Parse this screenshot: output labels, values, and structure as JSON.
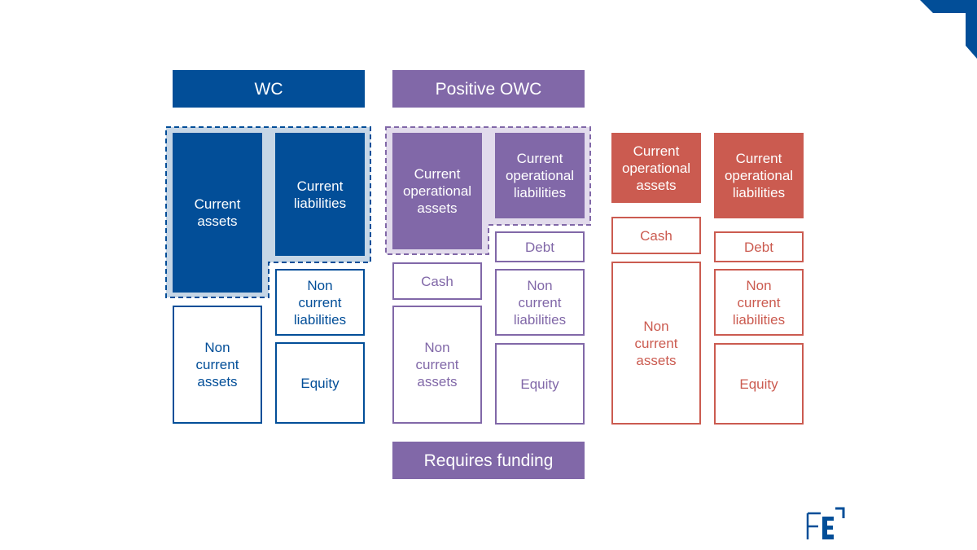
{
  "colors": {
    "blue": "#024e98",
    "light_blue": "#c6d6e6",
    "purple": "#8168a8",
    "light_purple": "#e2dbec",
    "red": "#cb5b50"
  },
  "headers": {
    "wc": "WC",
    "positive_owc": "Positive OWC",
    "requires_funding": "Requires funding"
  },
  "wc_panel": {
    "current_assets": "Current\nassets",
    "current_liabilities": "Current\nliabilities",
    "non_current_assets": "Non\ncurrent\nassets",
    "non_current_liabilities": "Non\ncurrent\nliabilities",
    "equity": "Equity"
  },
  "owc_panel": {
    "current_operational_assets": "Current\noperational\nassets",
    "current_operational_liabilities": "Current\noperational\nliabilities",
    "cash": "Cash",
    "debt": "Debt",
    "non_current_assets": "Non\ncurrent\nassets",
    "non_current_liabilities": "Non\ncurrent\nliabilities",
    "equity": "Equity"
  },
  "red_panel": {
    "current_operational_assets": "Current\noperational\nassets",
    "current_operational_liabilities": "Current\noperational\nliabilities",
    "cash": "Cash",
    "debt": "Debt",
    "non_current_assets": "Non\ncurrent\nassets",
    "non_current_liabilities": "Non\ncurrent\nliabilities",
    "equity": "Equity"
  },
  "logo_icon": "fe-logo-icon",
  "corner_icon": "corner-accent-icon"
}
